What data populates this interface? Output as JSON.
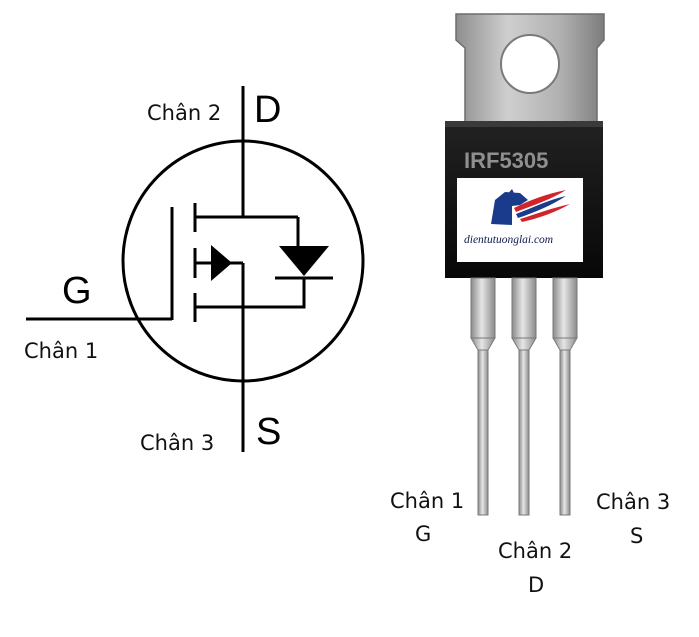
{
  "symbol": {
    "gate_letter": "G",
    "drain_letter": "D",
    "source_letter": "S",
    "gate_pin_label": "Chân 1",
    "drain_pin_label": "Chân 2",
    "source_pin_label": "Chân 3"
  },
  "package": {
    "part_number": "IRF5305",
    "logo_text": "dientutuonglai.com",
    "leg_labels": [
      {
        "pin": "Chân 1",
        "terminal": "G"
      },
      {
        "pin": "Chân 2",
        "terminal": "D"
      },
      {
        "pin": "Chân 3",
        "terminal": "S"
      }
    ],
    "colors": {
      "body": "#111111",
      "tab": "#a9a9a9",
      "leads": "#b8b8b8",
      "logo_blue": "#1a3b8c",
      "logo_red": "#d0242b"
    }
  }
}
